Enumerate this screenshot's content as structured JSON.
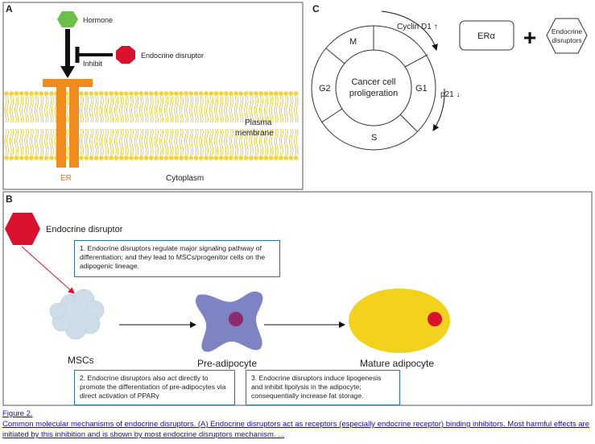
{
  "panel_a": {
    "letter": "A",
    "hormone_label": "Hormone",
    "inhibit_label": "Inhibit",
    "disruptor_label": "Endocrine disruptor",
    "membrane_label_1": "Plasma",
    "membrane_label_2": "membrane",
    "receptor_label": "ER",
    "cytoplasm_label": "Cytoplasm",
    "colors": {
      "hormone": "#6cbf47",
      "disruptor": "#d9132e",
      "receptor": "#f08c1e",
      "lipid": "#f3d23a"
    }
  },
  "panel_b": {
    "letter": "B",
    "disruptor_label": "Endocrine disruptor",
    "box1": "1. Endocrine disruptors regulate major signaling pathway of differentiation; and they lead to MSCs/progenitor cells on the adipogenic lineage.",
    "box2": "2. Endocrine disruptors also act directly to promote the differentiation of pre-adipocytes via direct activation of PPARγ",
    "box3": "3. Endocrine disruptors induce lipogenesis and inhibit lipolysis in the adipocyte; consequentially increase fat storage.",
    "msc_label": "MSCs",
    "preadipocyte_label": "Pre-adipocyte",
    "mature_label": "Mature adipocyte",
    "colors": {
      "msc": "#cfdde8",
      "preadipocyte": "#7d83c3",
      "nucleus": "#8b2c6f",
      "mature": "#f2d21c",
      "mature_nucleus": "#d9132e",
      "box_border": "#2a6fb5"
    }
  },
  "panel_c": {
    "letter": "C",
    "center_line_1": "Cancer cell",
    "center_line_2": "proligeration",
    "phase_m": "M",
    "phase_g1": "G1",
    "phase_s": "S",
    "phase_g2": "G2",
    "cyclin_label": "Cyclin D1 ↑",
    "p21_label": "p21 ↓",
    "er_alpha_label": "ERα",
    "plus_symbol": "+",
    "disruptor_line_1": "Endocrine",
    "disruptor_line_2": "disruptors"
  },
  "caption": {
    "figure_label": "Figure 2.",
    "text": "Common molecular mechanisms of endocrine disruptors. (A) Endocrine disruptors act as receptors (especially endocrine receptor) binding inhibitors. Most harmful effects are initiated by this inhibition and is shown by most endocrine disruptors mechanism. ..."
  }
}
